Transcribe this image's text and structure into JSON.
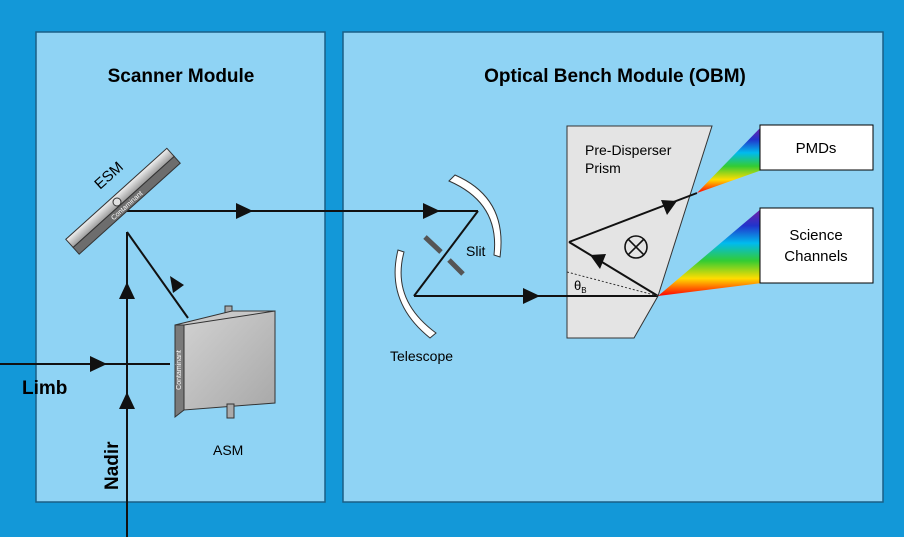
{
  "modules": {
    "scanner_title": "Scanner Module",
    "obm_title": "Optical Bench Module (OBM)"
  },
  "labels": {
    "esm": "ESM",
    "contaminant_esm": "Contaminant",
    "contaminant_asm": "Contaminant",
    "asm": "ASM",
    "limb": "Limb",
    "nadir": "Nadir",
    "slit": "Slit",
    "telescope": "Telescope",
    "prism_line1": "Pre-Disperser",
    "prism_line2": "Prism",
    "theta": "θ",
    "theta_sub": "B",
    "pmds": "PMDs",
    "science_line1": "Science",
    "science_line2": "Channels"
  },
  "colors": {
    "frame_background": "#1398d8",
    "module_fill": "#8fd3f4",
    "prism_fill": "#e4e4e4",
    "beam": "#111111"
  }
}
